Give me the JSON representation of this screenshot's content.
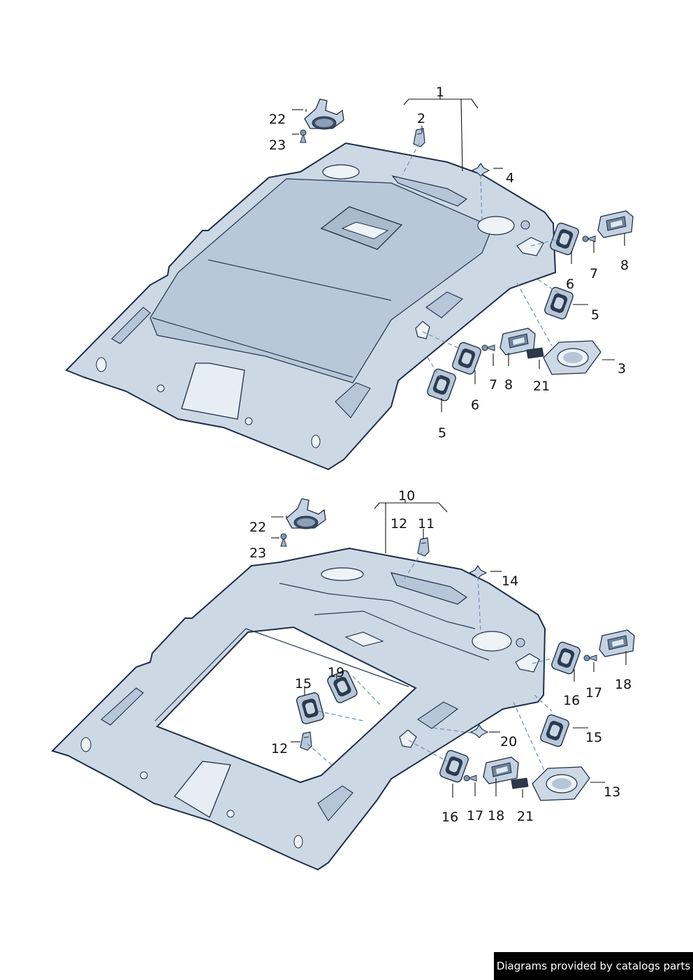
{
  "footer": {
    "text": "Diagrams provided by catalogs parts"
  },
  "colors": {
    "panel": "#cdd8e5",
    "panel_light": "#dde6ef",
    "panel_dark": "#aebfd2",
    "outline": "#1e2f48",
    "leader": "#111111"
  },
  "top_assembly": {
    "labels": {
      "l1": "1",
      "l2": "2",
      "l3": "3",
      "l4": "4",
      "l5a": "5",
      "l5b": "5",
      "l6a": "6",
      "l6b": "6",
      "l7a": "7",
      "l7b": "7",
      "l8a": "8",
      "l8b": "8",
      "l21": "21",
      "l22": "22",
      "l23": "23"
    }
  },
  "bottom_assembly": {
    "labels": {
      "l10": "10",
      "l11": "11",
      "l12a": "12",
      "l12b": "12",
      "l13": "13",
      "l14": "14",
      "l15a": "15",
      "l15b": "15",
      "l16a": "16",
      "l16b": "16",
      "l17a": "17",
      "l17b": "17",
      "l18a": "18",
      "l18b": "18",
      "l19": "19",
      "l20": "20",
      "l21": "21",
      "l22": "22",
      "l23": "23"
    }
  }
}
